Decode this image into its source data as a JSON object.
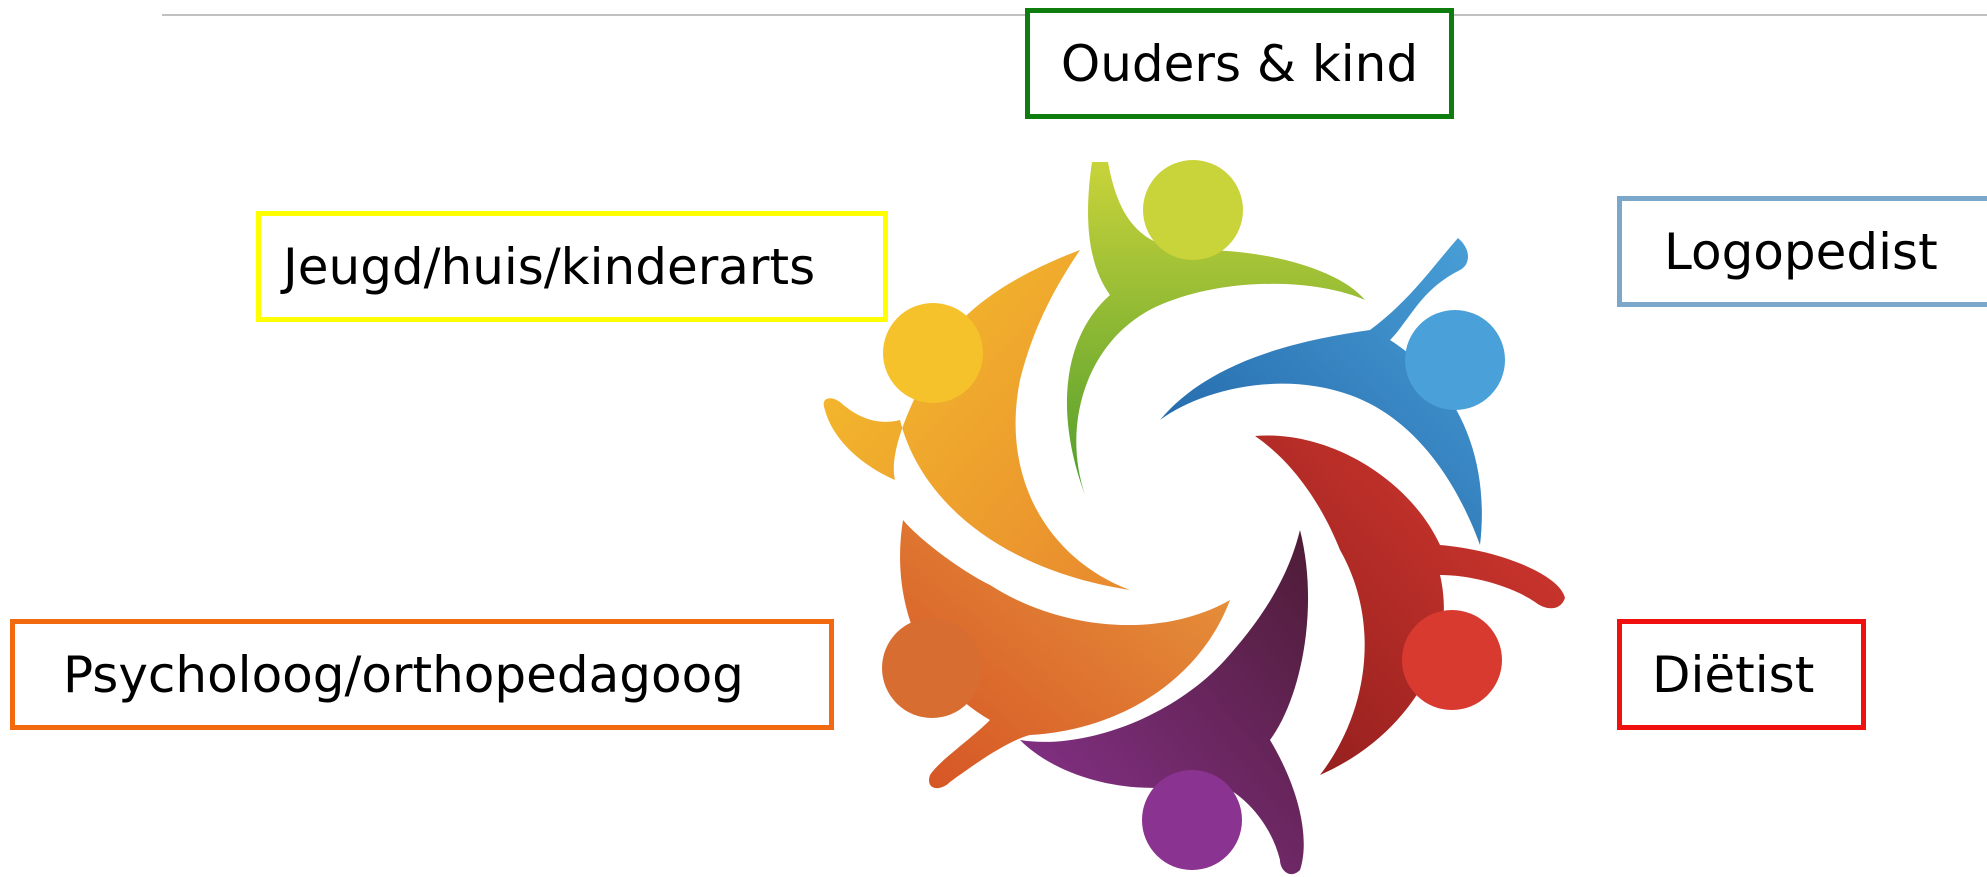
{
  "diagram": {
    "center_figure": "circle-of-people-icon",
    "labels": {
      "ouders": {
        "text": "Ouders & kind",
        "border_color": "#0d7d0d"
      },
      "jeugd": {
        "text": "Jeugd/huis/kinderarts",
        "border_color": "#ffff00"
      },
      "logopedist": {
        "text": "Logopedist",
        "border_color": "#7ba7cb"
      },
      "psycholoog": {
        "text": "Psycholoog/orthopedagoog",
        "border_color": "#f26a10"
      },
      "dietist": {
        "text": "Diëtist",
        "border_color": "#f01010"
      }
    },
    "figure_colors": {
      "green": [
        "#c9d33a",
        "#4f9d2d"
      ],
      "blue": [
        "#4aa0d8",
        "#1d5fa2"
      ],
      "red": [
        "#d83a30",
        "#8e1d1d"
      ],
      "purple": [
        "#8b3391",
        "#4e1c36"
      ],
      "orange": [
        "#e8983c",
        "#d55325"
      ],
      "yellow": [
        "#f5c22c",
        "#e8892e"
      ]
    }
  }
}
